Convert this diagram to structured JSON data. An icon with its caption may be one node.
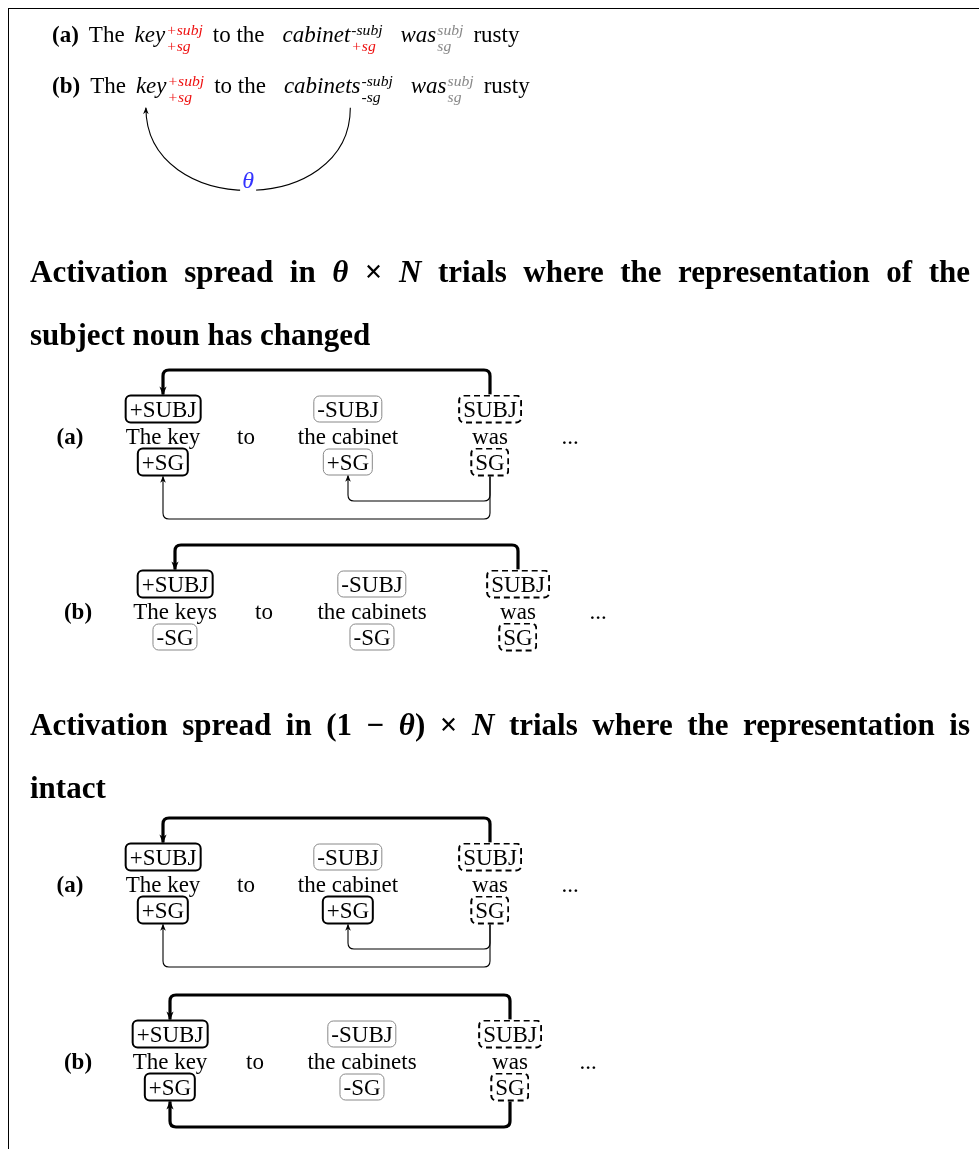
{
  "diagram": {
    "nodes": [
      {
        "text": [
          "key$^{+subj}$$_{+sg}$"
        ]
      },
      {
        "text": [
          "cabinets$^{-subj}$$_{-sg}$"
        ]
      },
      {
        "text": [
          "+SUBJ"
        ]
      },
      {
        "text": [
          "-SUBJ"
        ]
      },
      {
        "text": [
          "SUBJ"
        ]
      },
      {
        "text": [
          "+SG"
        ]
      },
      {
        "text": [
          "+SG"
        ]
      },
      {
        "text": [
          "SG"
        ]
      },
      {
        "text": [
          "+SUBJ"
        ]
      },
      {
        "text": [
          "-SUBJ"
        ]
      },
      {
        "text": [
          "SUBJ"
        ]
      },
      {
        "text": [
          "-SG"
        ]
      },
      {
        "text": [
          "-SG"
        ]
      },
      {
        "text": [
          "SG"
        ]
      },
      {
        "text": [
          "+SUBJ"
        ]
      },
      {
        "text": [
          "-SUBJ"
        ]
      },
      {
        "text": [
          "SUBJ"
        ]
      },
      {
        "text": [
          "+SG"
        ]
      },
      {
        "text": [
          "+SG"
        ]
      },
      {
        "text": [
          "SG"
        ]
      },
      {
        "text": [
          "+SUBJ"
        ]
      },
      {
        "text": [
          "-SUBJ"
        ]
      },
      {
        "text": [
          "SUBJ"
        ]
      },
      {
        "text": [
          "+SG"
        ]
      },
      {
        "text": [
          "-SG"
        ]
      },
      {
        "text": [
          "SG"
        ]
      }
    ],
    "edges": [
      {
        "from": 1,
        "to": 0,
        "arrow": "to",
        "label": "θ"
      },
      {
        "from": 4,
        "to": 2,
        "arrow": "to",
        "style": "thick"
      },
      {
        "from": 7,
        "to": 5,
        "arrow": "to"
      },
      {
        "from": 7,
        "to": 6,
        "arrow": "to"
      },
      {
        "from": 10,
        "to": 8,
        "arrow": "to",
        "style": "thick"
      },
      {
        "from": 16,
        "to": 14,
        "arrow": "to",
        "style": "thick"
      },
      {
        "from": 19,
        "to": 17,
        "arrow": "to"
      },
      {
        "from": 19,
        "to": 18,
        "arrow": "to"
      },
      {
        "from": 22,
        "to": 20,
        "arrow": "to",
        "style": "thick"
      },
      {
        "from": 25,
        "to": 23,
        "arrow": "to",
        "style": "thick"
      }
    ],
    "labels": [
      "(a)",
      "The",
      "key$^{+subj}$$_{+sg}$",
      "to the",
      "cabinet$^{-subj}$$_{+sg}$",
      "was$^{subj}$$_{sg}$",
      "rusty",
      "(b)",
      "The",
      "to the",
      "was$^{subj}$$_{sg}$",
      "rusty",
      "Activation spread in *θ* × *N* trials where the representation of the subject noun has changed",
      "(a)",
      "The key",
      "to",
      "the cabinet",
      "was",
      "...",
      "(b)",
      "The keys",
      "to",
      "the cabinets",
      "was",
      "...",
      "Activation spread in (1 − *θ*) × *N* trials where the representation is intact",
      "(a)",
      "The key",
      "to",
      "the cabinet",
      "was",
      "...",
      "(b)",
      "The key",
      "to",
      "the cabinets",
      "was",
      "..."
    ]
  }
}
